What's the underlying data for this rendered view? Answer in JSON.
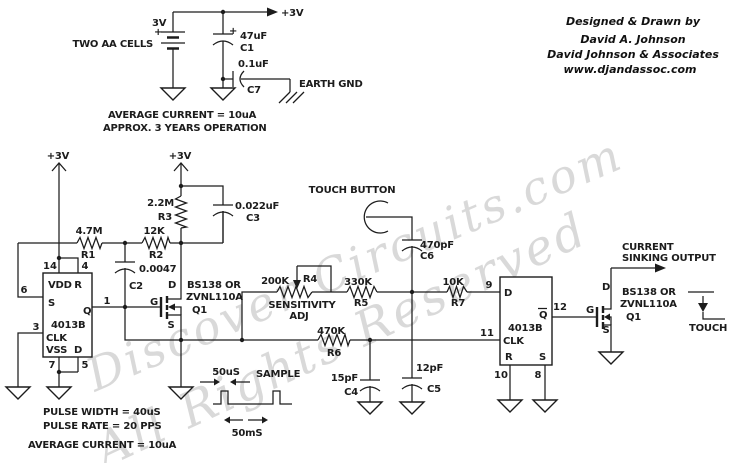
{
  "title_block": {
    "line1": "Designed & Drawn by",
    "line2": "David A. Johnson",
    "line3": "David Johnson & Associates",
    "line4": "www.djandassoc.com"
  },
  "watermark": {
    "line1": "Discover Circuits.com",
    "line2": "All Rights Reserved"
  },
  "power_section": {
    "battery": {
      "voltage": "3V",
      "plus": "+",
      "label": "TWO AA CELLS"
    },
    "rail_label": "+3V",
    "c1": {
      "plus": "+",
      "value": "47uF",
      "ref": "C1"
    },
    "c7": {
      "value": "0.1uF",
      "ref": "C7"
    },
    "earth_gnd": "EARTH GND",
    "note1": "AVERAGE CURRENT = 10uA",
    "note2": "APPROX. 3 YEARS OPERATION"
  },
  "supplies": {
    "left": "+3V",
    "mid": "+3V"
  },
  "resistors": {
    "r1": {
      "value": "4.7M",
      "ref": "R1"
    },
    "r2": {
      "value": "12K",
      "ref": "R2"
    },
    "r3": {
      "value": "2.2M",
      "ref": "R3"
    },
    "r4": {
      "value": "200K",
      "ref": "R4",
      "note1": "SENSITIVITY",
      "note2": "ADJ"
    },
    "r5": {
      "value": "330K",
      "ref": "R5"
    },
    "r6": {
      "value": "470K",
      "ref": "R6"
    },
    "r7": {
      "value": "10K",
      "ref": "R7"
    }
  },
  "capacitors": {
    "c2": {
      "value": "0.0047",
      "ref": "C2"
    },
    "c3": {
      "value": "0.022uF",
      "ref": "C3"
    },
    "c4": {
      "value": "15pF",
      "ref": "C4"
    },
    "c5": {
      "value": "12pF",
      "ref": "C5"
    },
    "c6": {
      "value": "470pF",
      "ref": "C6"
    }
  },
  "ic1": {
    "part": "4013B",
    "lbl_vdd": "VDD",
    "lbl_r": "R",
    "lbl_s": "S",
    "lbl_q": "Q",
    "lbl_clk": "CLK",
    "lbl_vss": "VSS",
    "lbl_d": "D",
    "pin14": "14",
    "pin4": "4",
    "pin6": "6",
    "pin1": "1",
    "pin3": "3",
    "pin7": "7",
    "pin5": "5"
  },
  "ic2": {
    "part": "4013B",
    "lbl_d": "D",
    "lbl_qbar": "Q",
    "lbl_clk": "CLK",
    "lbl_r": "R",
    "lbl_s": "S",
    "pin9": "9",
    "pin12": "12",
    "pin11": "11",
    "pin10": "10",
    "pin8": "8"
  },
  "mosfet_left": {
    "line1": "BS138 OR",
    "line2": "ZVNL110A",
    "ref": "Q1",
    "d": "D",
    "g": "G",
    "s": "S"
  },
  "mosfet_right": {
    "line1": "BS138 OR",
    "line2": "ZVNL110A",
    "ref": "Q1",
    "d": "D",
    "g": "G",
    "s": "S"
  },
  "annotations": {
    "touch_button": "TOUCH BUTTON",
    "sample": "SAMPLE",
    "t_50us": "50uS",
    "t_50ms": "50mS",
    "pulse_width": "PULSE WIDTH = 40uS",
    "pulse_rate": "PULSE RATE = 20 PPS",
    "avg_current": "AVERAGE CURRENT = 10uA",
    "output1": "CURRENT",
    "output2": "SINKING OUTPUT",
    "touch": "TOUCH"
  }
}
